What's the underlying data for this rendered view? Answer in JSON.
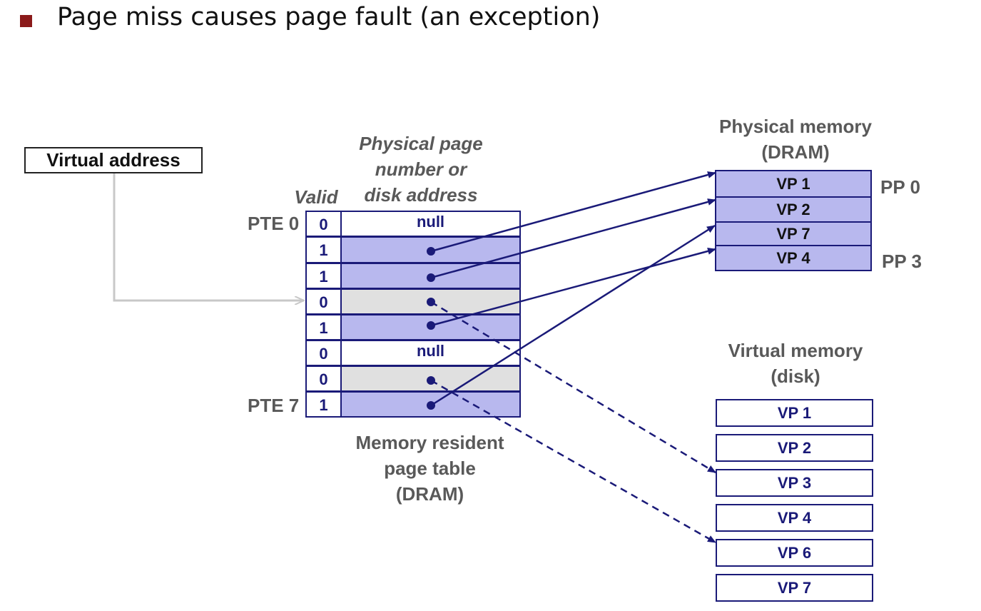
{
  "bullet": {
    "text": "Page miss causes page fault (an exception)"
  },
  "virtual_address": {
    "label": "Virtual address"
  },
  "page_table": {
    "header_valid": "Valid",
    "header_ppn_line1": "Physical page",
    "header_ppn_line2": "number or",
    "header_ppn_line3": "disk address",
    "pte_first_label": "PTE 0",
    "pte_last_label": "PTE 7",
    "rows": [
      {
        "valid": "0",
        "entry": "null",
        "state": "null"
      },
      {
        "valid": "1",
        "entry": "",
        "state": "resident"
      },
      {
        "valid": "1",
        "entry": "",
        "state": "resident"
      },
      {
        "valid": "0",
        "entry": "",
        "state": "on-disk"
      },
      {
        "valid": "1",
        "entry": "",
        "state": "resident"
      },
      {
        "valid": "0",
        "entry": "null",
        "state": "null"
      },
      {
        "valid": "0",
        "entry": "",
        "state": "on-disk"
      },
      {
        "valid": "1",
        "entry": "",
        "state": "resident"
      }
    ],
    "caption_line1": "Memory resident",
    "caption_line2": "page table",
    "caption_line3": "(DRAM)"
  },
  "physical_memory": {
    "title_line1": "Physical memory",
    "title_line2": "(DRAM)",
    "pages": [
      "VP 1",
      "VP 2",
      "VP 7",
      "VP 4"
    ],
    "first_label": "PP 0",
    "last_label": "PP 3"
  },
  "virtual_memory": {
    "title_line1": "Virtual memory",
    "title_line2": "(disk)",
    "pages": [
      "VP 1",
      "VP 2",
      "VP 3",
      "VP 4",
      "VP 6",
      "VP 7"
    ]
  },
  "colors": {
    "bullet": "#8b1a1a",
    "resident_fill": "#b8b8ee",
    "disk_fill": "#e0e0e0",
    "border": "#1a1a78",
    "arrow": "#1a1a78",
    "label_gray": "#595959"
  }
}
